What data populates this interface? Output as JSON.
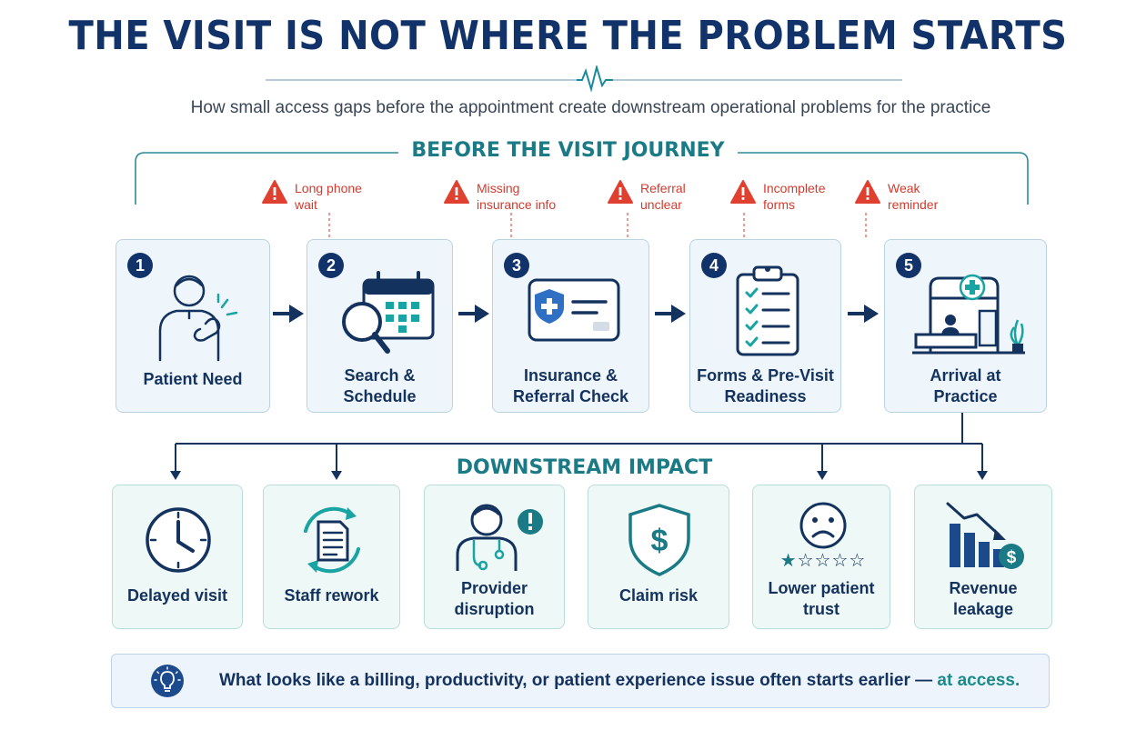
{
  "header": {
    "title": "THE VISIT IS NOT WHERE THE PROBLEM STARTS",
    "subtitle": "How small access gaps before the appointment create downstream operational problems for the practice"
  },
  "journey": {
    "heading": "BEFORE THE VISIT JOURNEY",
    "warnings": [
      {
        "label": "Long phone\nwait"
      },
      {
        "label": "Missing\ninsurance info"
      },
      {
        "label": "Referral\nunclear"
      },
      {
        "label": "Incomplete\nforms"
      },
      {
        "label": "Weak\nreminder"
      }
    ],
    "steps": [
      {
        "number": "1",
        "label": "Patient Need",
        "icon": "patient-pain-icon"
      },
      {
        "number": "2",
        "label": "Search &\nSchedule",
        "icon": "calendar-search-icon"
      },
      {
        "number": "3",
        "label": "Insurance &\nReferral Check",
        "icon": "insurance-card-icon"
      },
      {
        "number": "4",
        "label": "Forms & Pre-Visit\nReadiness",
        "icon": "clipboard-checklist-icon"
      },
      {
        "number": "5",
        "label": "Arrival at\nPractice",
        "icon": "clinic-front-desk-icon"
      }
    ]
  },
  "impact": {
    "heading": "DOWNSTREAM IMPACT",
    "items": [
      {
        "label": "Delayed visit",
        "icon": "clock-icon"
      },
      {
        "label": "Staff rework",
        "icon": "document-cycle-icon"
      },
      {
        "label": "Provider\ndisruption",
        "icon": "doctor-alert-icon"
      },
      {
        "label": "Claim risk",
        "icon": "shield-dollar-icon"
      },
      {
        "label": "Lower patient\ntrust",
        "icon": "sad-face-rating-icon"
      },
      {
        "label": "Revenue\nleakage",
        "icon": "declining-chart-dollar-icon"
      }
    ]
  },
  "footer": {
    "text": "What looks like a billing, productivity, or patient experience issue often starts earlier — ",
    "accent": "at access.",
    "icon": "lightbulb-icon"
  },
  "colors": {
    "navy": "#12336a",
    "teal": "#1a7a86",
    "warning_red": "#d23b2e",
    "step_bg": "#eef6fb",
    "impact_bg": "#eef8f6"
  }
}
